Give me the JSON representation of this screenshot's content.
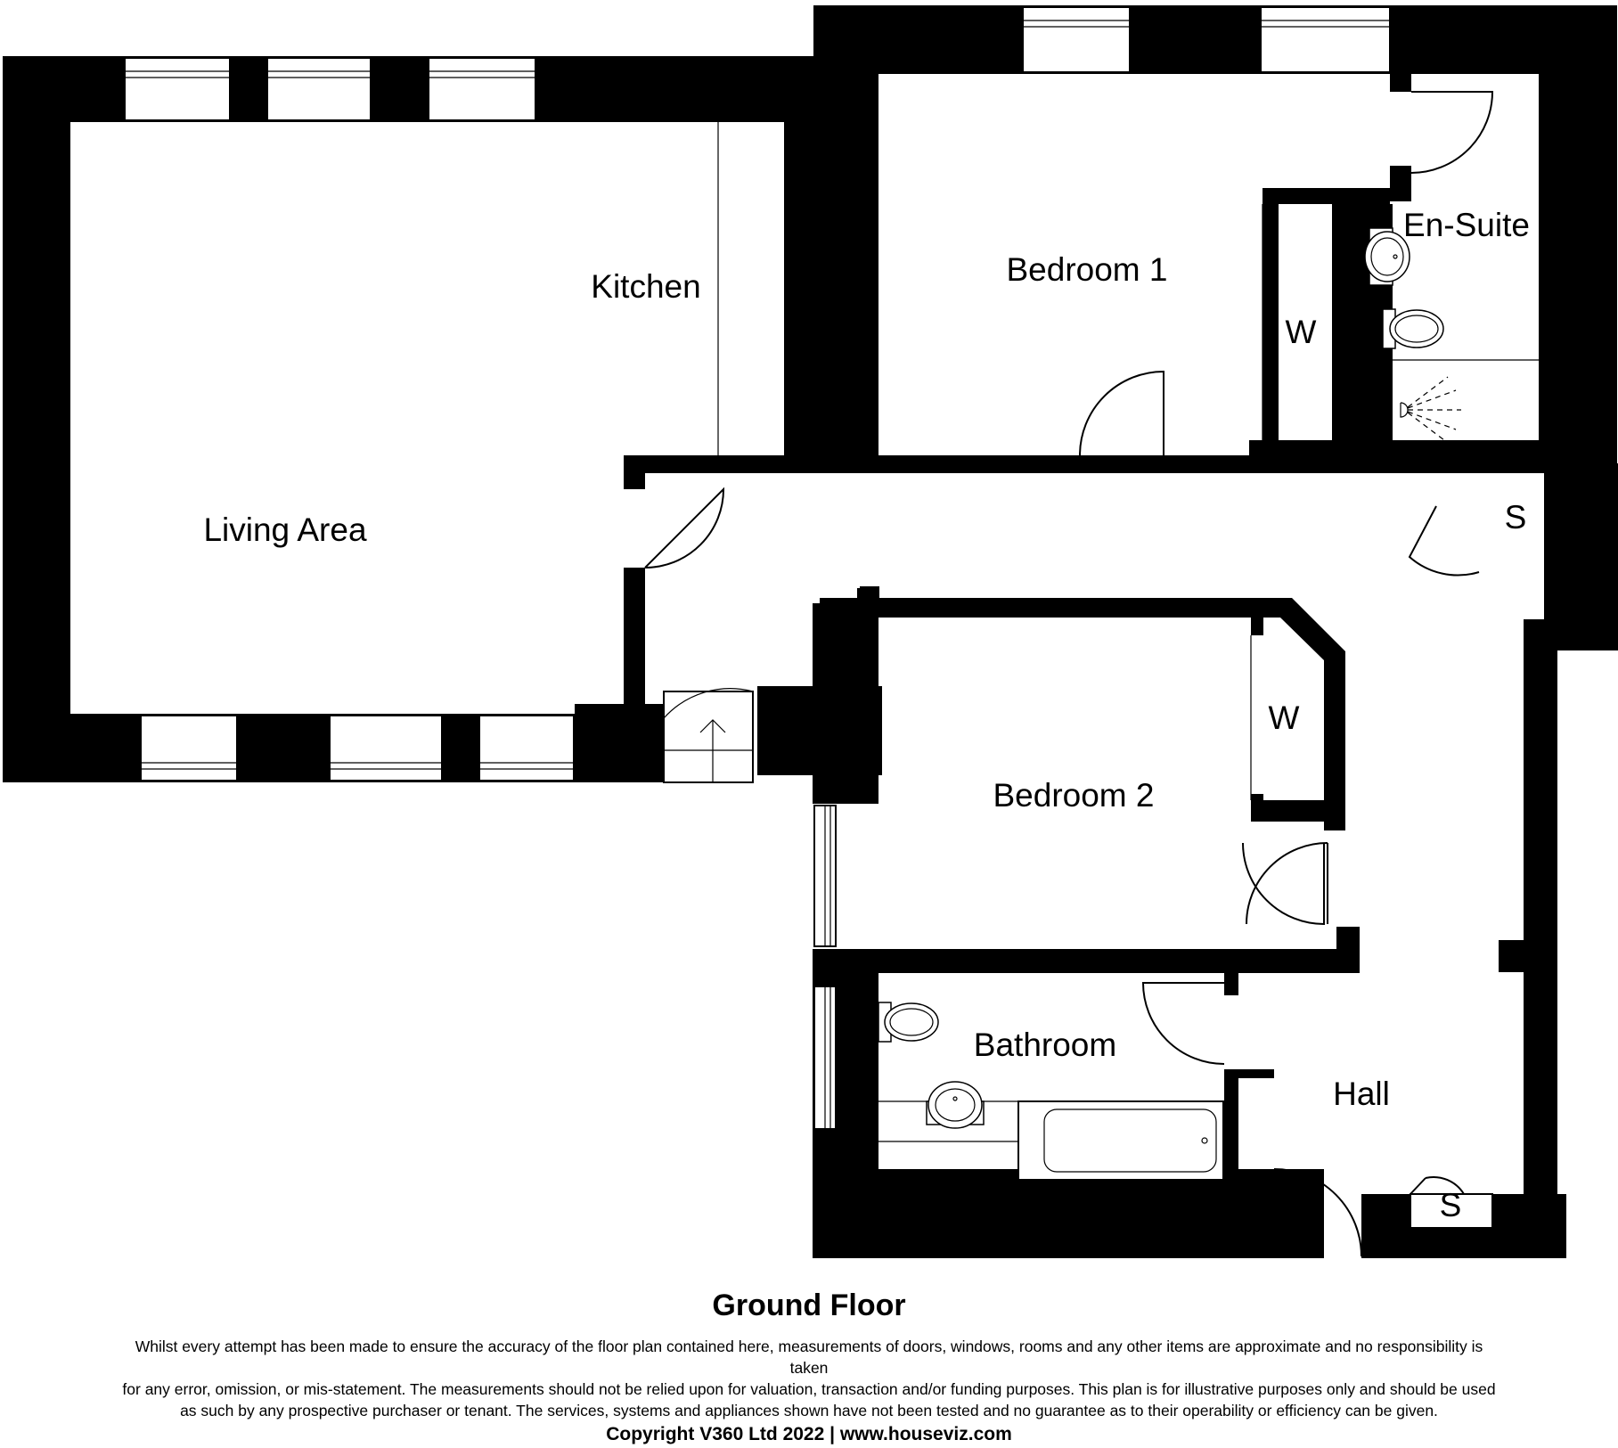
{
  "floor_title": "Ground Floor",
  "rooms": {
    "living_area": "Living Area",
    "kitchen": "Kitchen",
    "bedroom_1": "Bedroom 1",
    "wardrobe_1": "W",
    "en_suite": "En-Suite",
    "store_1": "S",
    "bedroom_2": "Bedroom 2",
    "wardrobe_2": "W",
    "bathroom": "Bathroom",
    "hall": "Hall",
    "store_2": "S"
  },
  "disclaimer": {
    "line_1": "Whilst every attempt has been made to ensure the accuracy of the floor plan contained here, measurements of doors, windows, rooms and any other items are approximate and no responsibility is taken",
    "line_2": "for any error, omission, or mis-statement. The measurements should not be relied upon for valuation, transaction and/or funding purposes. This plan is for illustrative purposes only and should be used",
    "line_3": "as such by any prospective purchaser or tenant. The services, systems and appliances shown have not been tested and no guarantee as to their operability or efficiency can be given."
  },
  "copyright": "Copyright V360 Ltd 2022 | www.houseviz.com",
  "colors": {
    "walls": "#000000",
    "background": "#ffffff"
  }
}
